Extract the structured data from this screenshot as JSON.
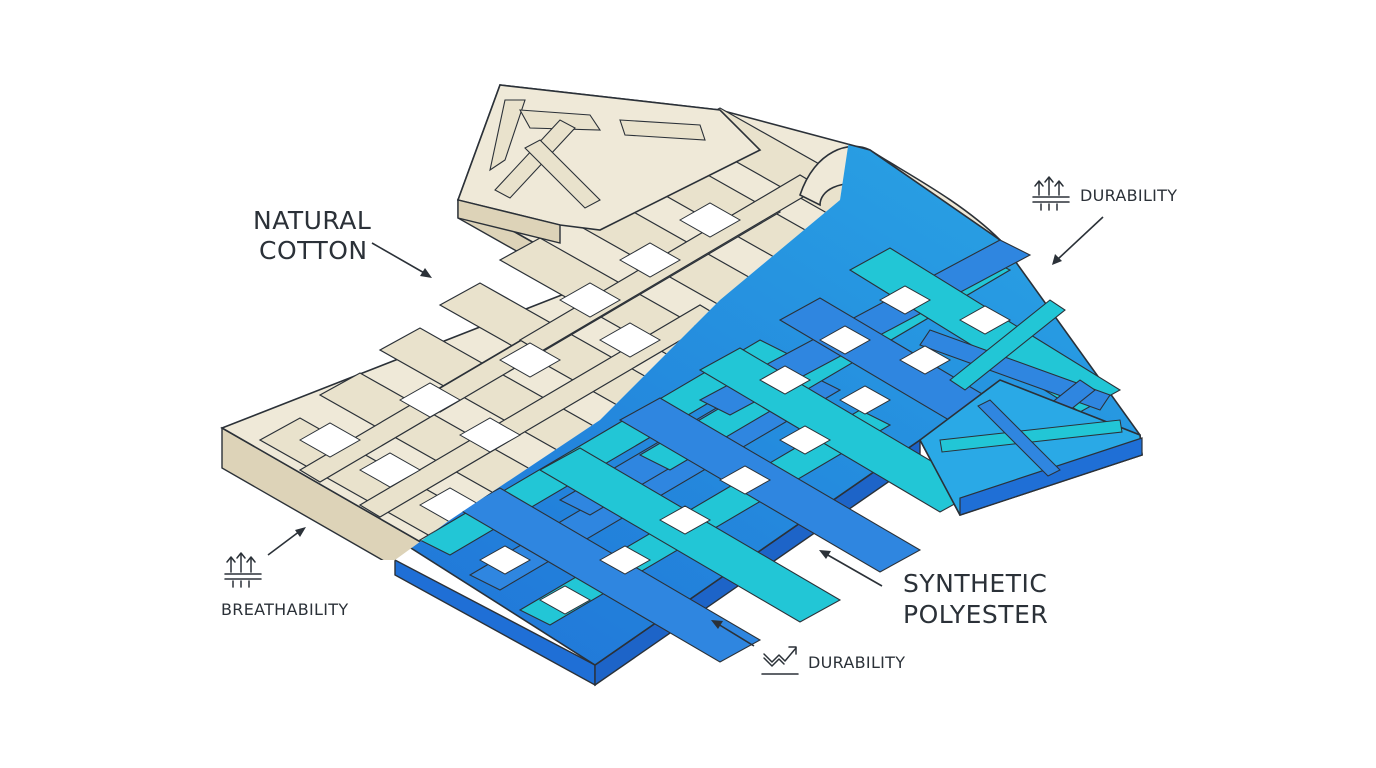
{
  "labels": {
    "cotton_line1": "NATURAL",
    "cotton_line2": "COTTON",
    "synthetic_line1": "SYNTHETIC",
    "synthetic_line2": "POLYESTER",
    "breathability": "BREATHABILITY",
    "durability_top": "DURABILITY",
    "durability_bottom": "DURABILITY"
  },
  "colors": {
    "cotton_top": "#efe9d8",
    "cotton_side": "#ddd3b8",
    "cotton_dark": "#cfc3a3",
    "poly_blue": "#2f86e0",
    "poly_cyan": "#22c6d6",
    "poly_side": "#1f6fd6",
    "outline": "#2b3138"
  },
  "icons": {
    "breathability": "breathability-icon",
    "durability_top": "breathability-icon",
    "durability_bottom": "durability-trend-icon"
  }
}
